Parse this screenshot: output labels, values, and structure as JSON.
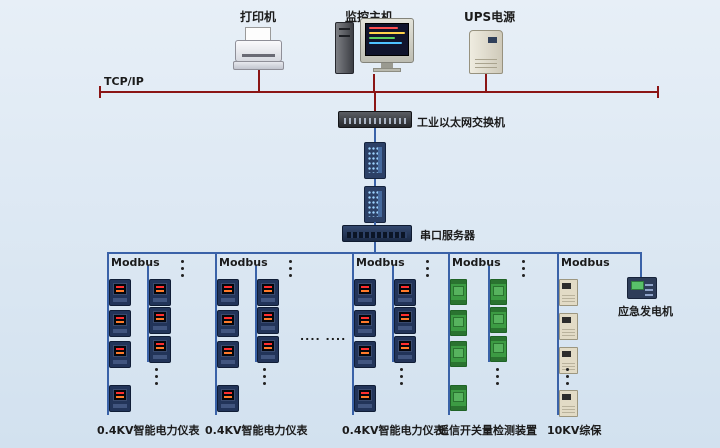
{
  "colors": {
    "background_top": "#e7eff7",
    "background_bottom": "#d2e1ef",
    "backbone": "#8b1515",
    "bus": "#3a62a8"
  },
  "tcpip_label": "TCP/IP",
  "top": {
    "printer_label": "打印机",
    "host_label": "监控主机",
    "ups_label": "UPS电源"
  },
  "switch_label": "工业以太网交换机",
  "serial_label": "串口服务器",
  "generator_label": "应急发电机",
  "ellipsis": ".... ....",
  "groups": [
    {
      "modbus": "Modbus",
      "device_type": "meter",
      "device_name": "power-meter-icon",
      "label": "0.4KV智能电力仪表"
    },
    {
      "modbus": "Modbus",
      "device_type": "meter",
      "device_name": "power-meter-icon",
      "label": "0.4KV智能电力仪表"
    },
    {
      "modbus": "Modbus",
      "device_type": "meter",
      "device_name": "power-meter-icon",
      "label": "0.4KV智能电力仪表"
    },
    {
      "modbus": "Modbus",
      "device_type": "green",
      "device_name": "io-module-icon",
      "label": "遥信开关量检测装置"
    },
    {
      "modbus": "Modbus",
      "device_type": "beige",
      "device_name": "protection-relay-icon",
      "label": "10KV综保"
    }
  ]
}
